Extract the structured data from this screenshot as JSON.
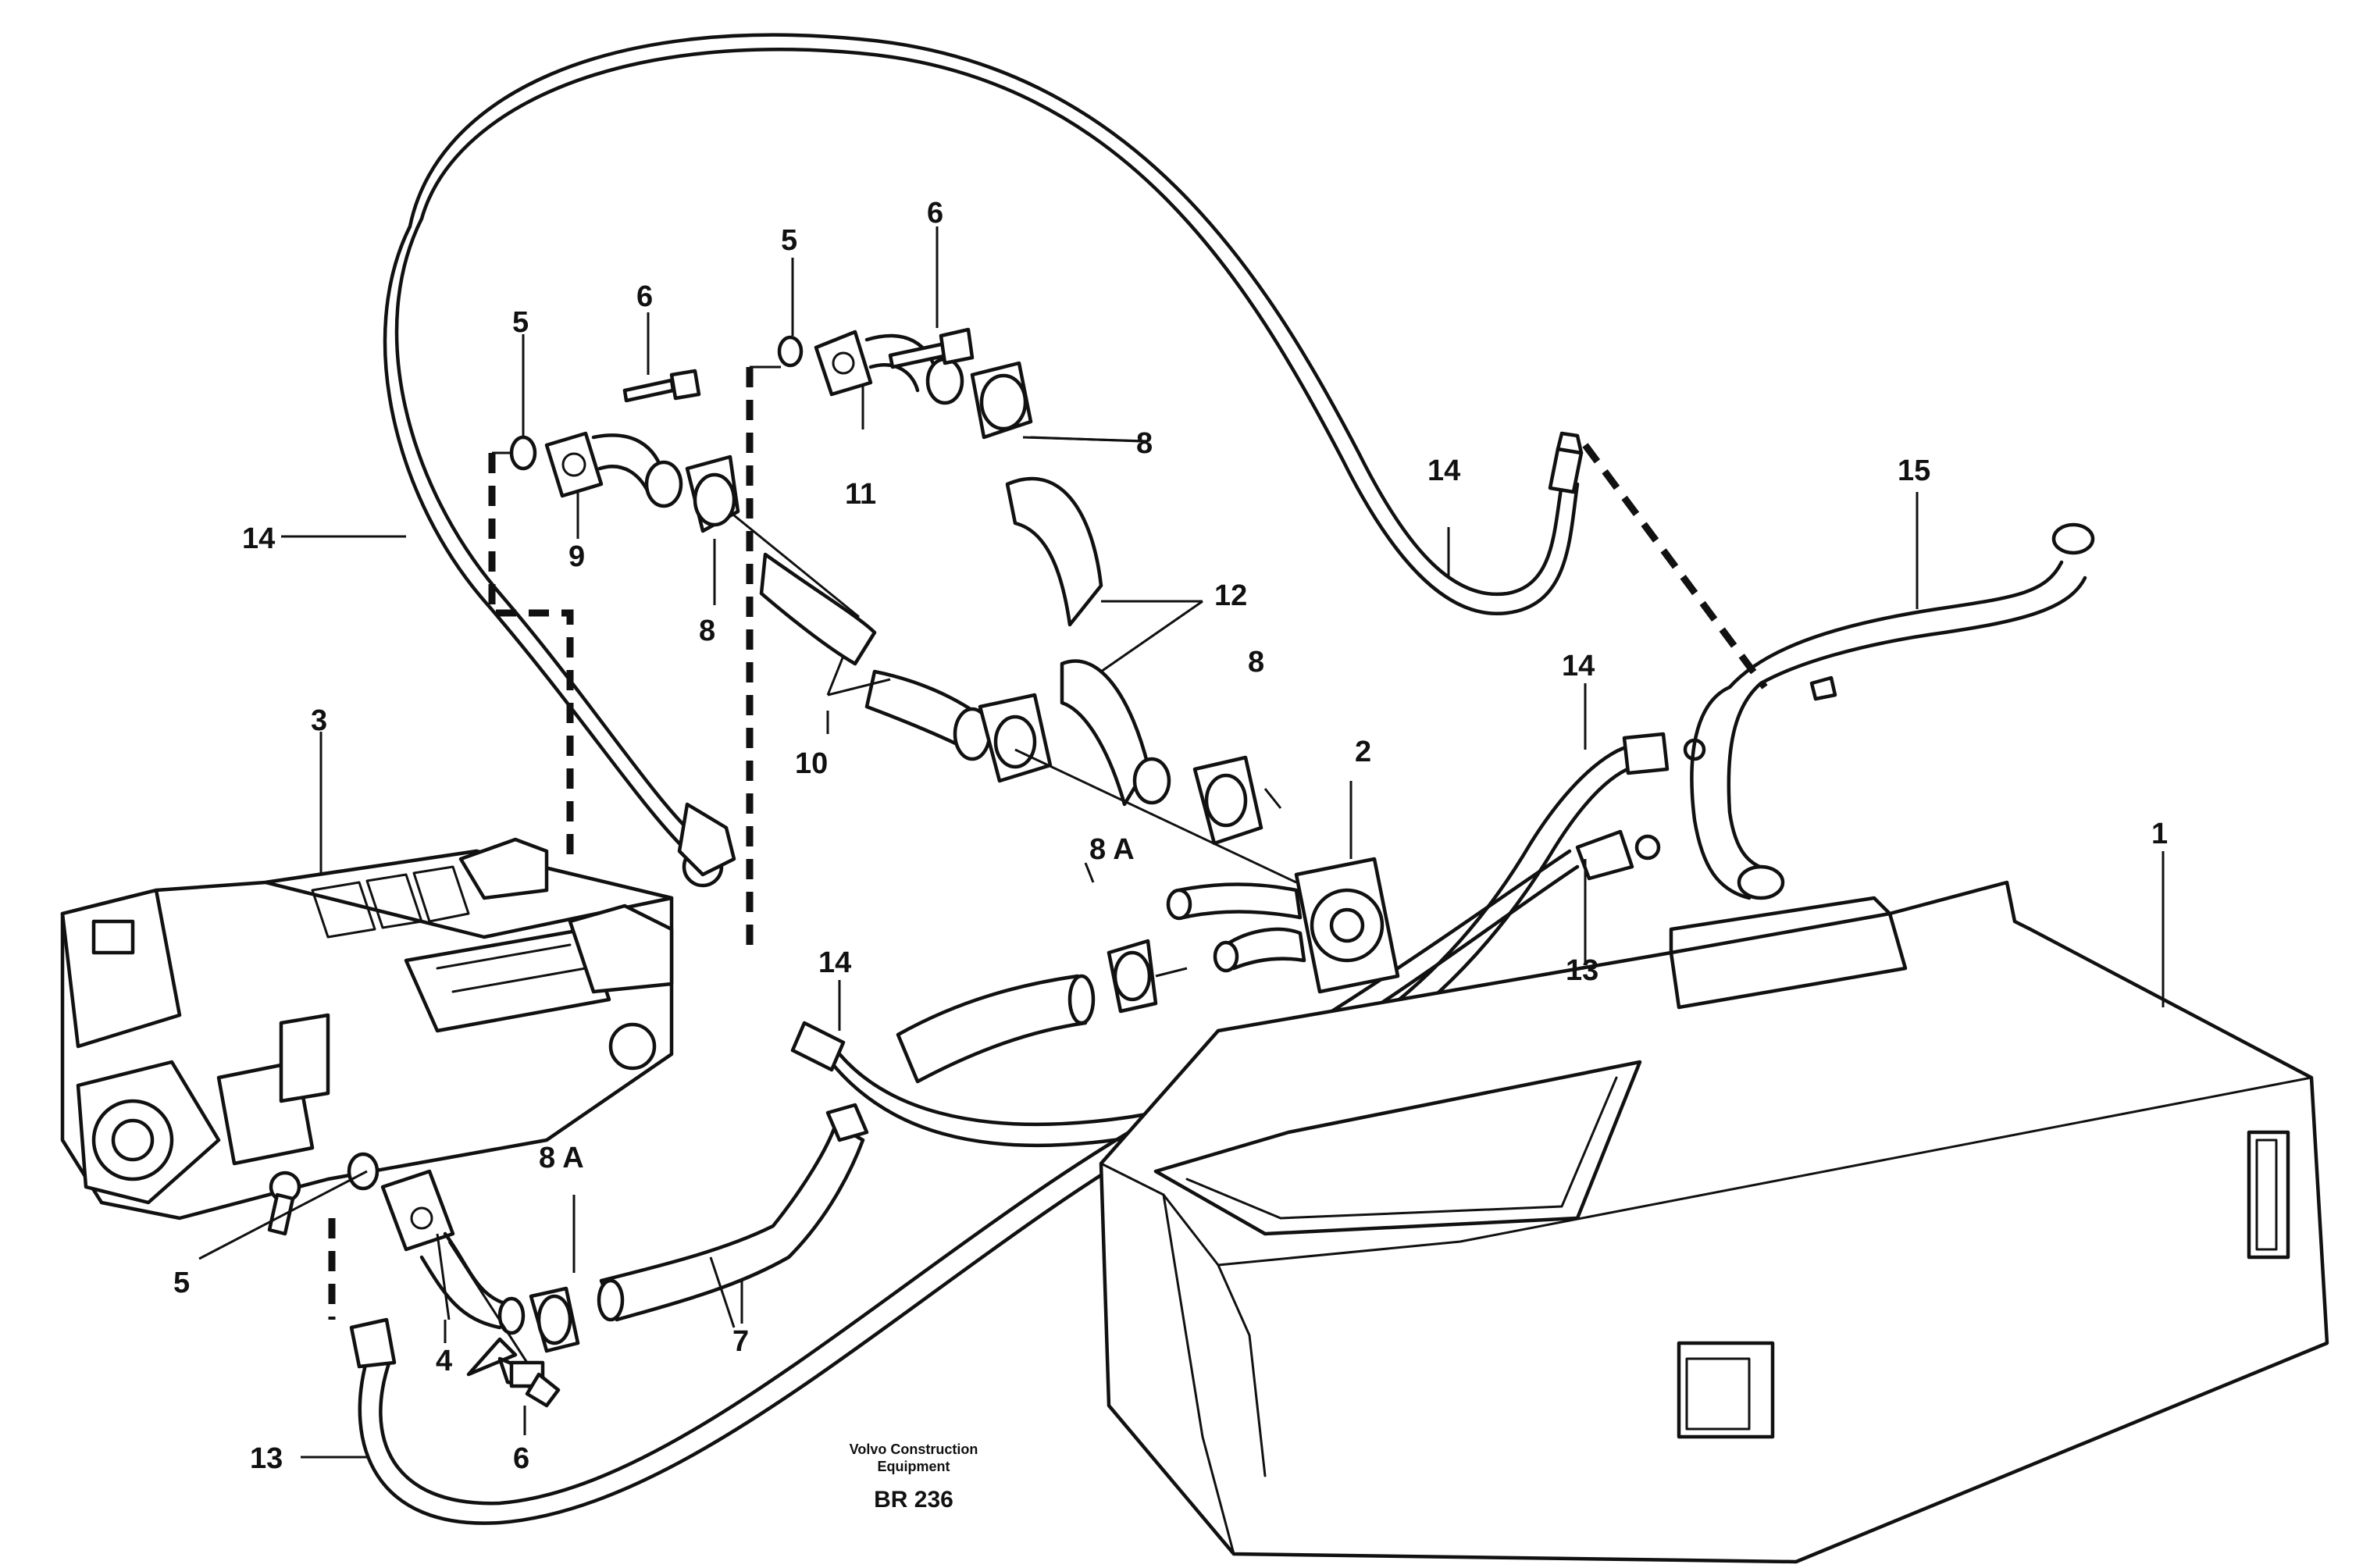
{
  "diagram": {
    "labels": {
      "tank": "1",
      "pump_head": "2",
      "valve_block": "3",
      "elbow_lower": "4",
      "seal_upper_left": "5",
      "seal_upper_mid": "5",
      "seal_lower": "5",
      "screw_upper_left": "6",
      "screw_upper_mid": "6",
      "screw_lower": "6",
      "hose_lower": "7",
      "clamp_left": "8",
      "clamp_right_top": "8",
      "clamp_right_mid": "8",
      "clamp_8a_mid": "8 A",
      "clamp_8a_lower": "8 A",
      "elbow_upper_left": "9",
      "hose_pair": "10",
      "elbow_upper_mid": "11",
      "hose_12_pair": "12",
      "hose_13_right": "13",
      "hose_13_lower": "13",
      "hose_14_left": "14",
      "hose_14_top": "14",
      "hose_14_right": "14",
      "hose_14_mid": "14",
      "pipe_15": "15"
    },
    "publisher_line1": "Volvo Construction",
    "publisher_line2": "Equipment",
    "reference": "BR 236"
  }
}
